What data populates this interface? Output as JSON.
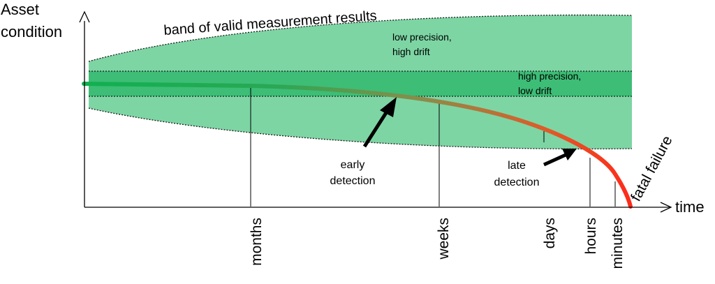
{
  "axes": {
    "y_title_line1": "Asset",
    "y_title_line2": "condition",
    "x_title": "time"
  },
  "bands": {
    "outer_title": "band of  valid measurement  results",
    "outer_note_line1": "low precision,",
    "outer_note_line2": "high drift",
    "inner_note_line1": "high precision,",
    "inner_note_line2": "low drift"
  },
  "annotations": {
    "early_line1": "early",
    "early_line2": "detection",
    "late_line1": "late",
    "late_line2": "detection",
    "fatal": "fatal failure"
  },
  "time_marks": [
    "months",
    "weeks",
    "days",
    "hours",
    "minutes"
  ],
  "colors": {
    "outer_band": "#7dd5a4",
    "inner_band": "#3dbd76",
    "curve_start": "#10b050",
    "curve_end": "#ff2a1a"
  }
}
